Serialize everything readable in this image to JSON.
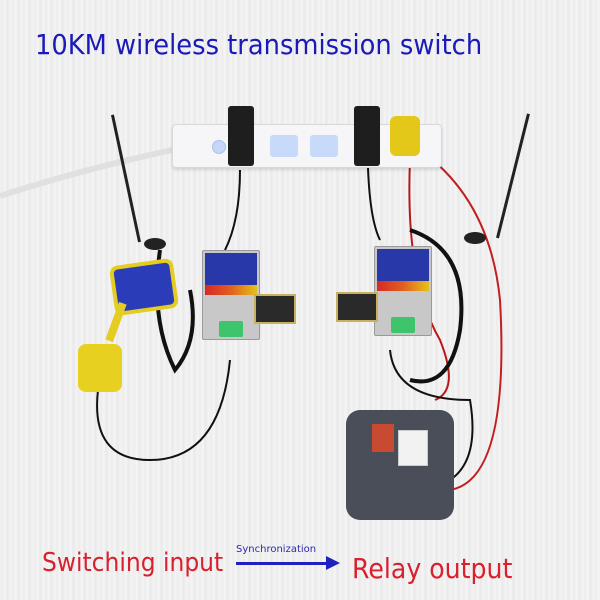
{
  "title": "10KM wireless transmission switch",
  "caption": {
    "left": "Switching input",
    "arrow_label": "Synchronization",
    "right": "Relay output"
  },
  "colors": {
    "title": "#1a1ab8",
    "caption_red": "#d8202e",
    "arrow_blue": "#2020c0"
  },
  "scene": {
    "objects": [
      "power-strip",
      "power-adapter-left",
      "power-adapter-right",
      "antenna-left",
      "antenna-right",
      "transmitter-module",
      "receiver-module",
      "float-switch",
      "motor"
    ]
  }
}
